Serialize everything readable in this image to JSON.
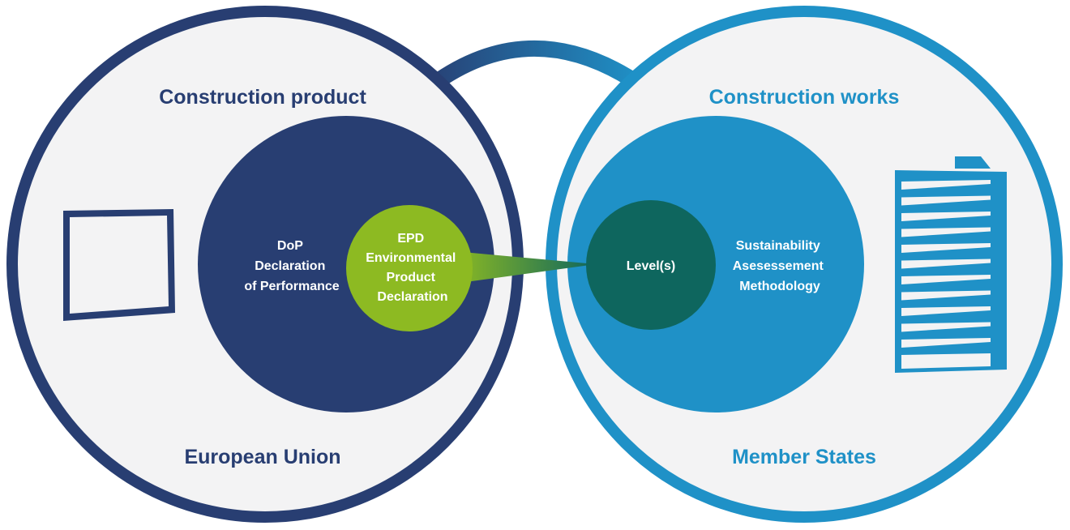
{
  "colors": {
    "navy": "#283e72",
    "blue": "#1f91c7",
    "green": "#8dba22",
    "teal": "#0e665e",
    "panel": "#f3f3f4",
    "white": "#ffffff"
  },
  "left": {
    "title": "Construction product",
    "footer": "European Union",
    "dop": [
      "DoP",
      "Declaration",
      "of Performance"
    ],
    "epd": [
      "EPD",
      "Environmental",
      "Product",
      "Declaration"
    ],
    "icon": "square-outline-icon"
  },
  "right": {
    "title": "Construction works",
    "footer": "Member States",
    "levels": "Level(s)",
    "methodology": [
      "Sustainability",
      "Asesessement",
      "Methodology"
    ],
    "icon": "building-icon"
  }
}
